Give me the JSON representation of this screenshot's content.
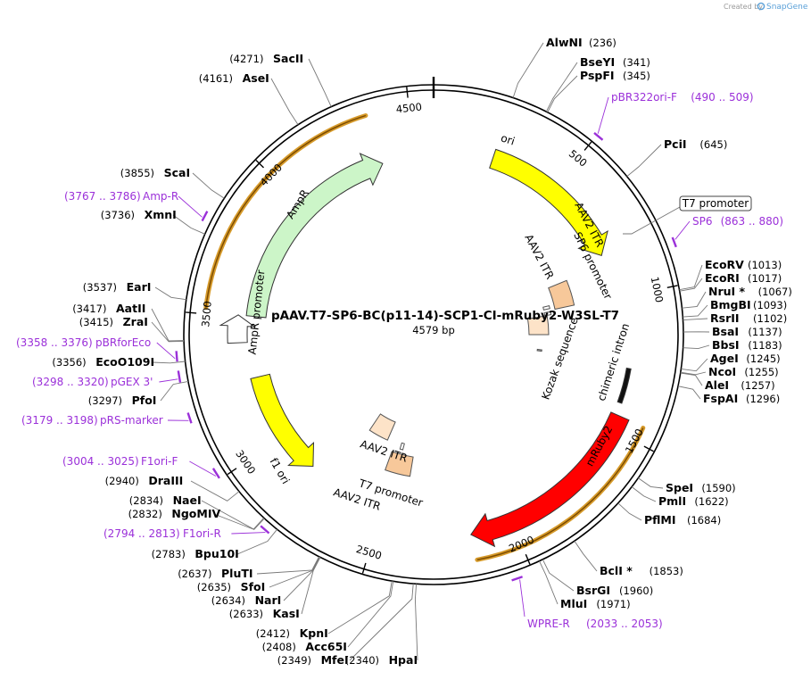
{
  "credit": {
    "text": "Created by",
    "brand": "SnapGene"
  },
  "plasmid": {
    "name": "pAAV.T7-SP6-BC(p11-14)-SCP1-CI-mRuby2-W3SL-T7",
    "size_label": "4579 bp",
    "length": 4579
  },
  "ruler_ticks": [
    "500",
    "1000",
    "1500",
    "2000",
    "2500",
    "3000",
    "3500",
    "4000",
    "4500"
  ],
  "features": [
    {
      "id": "ori",
      "label": "ori",
      "color": "#ffff00",
      "start": 236,
      "end": 824,
      "direction": "forward"
    },
    {
      "id": "aav2-itr-1",
      "label": "AAV2 ITR",
      "color": "#f7c89a",
      "start": 863,
      "end": 994,
      "direction": "none"
    },
    {
      "id": "t7-promoter-1",
      "label": "T7 promoter",
      "color": "#ffffff",
      "start": 966,
      "end": 984,
      "direction": "forward"
    },
    {
      "id": "sp6-promoter",
      "label": "SP6 promoter",
      "color": "#ffffff",
      "start": 1003,
      "end": 1022,
      "direction": "forward"
    },
    {
      "id": "aav2-itr-2",
      "label": "AAV2 ITR",
      "color": "#fde3c8",
      "start": 1024,
      "end": 1145,
      "direction": "none"
    },
    {
      "id": "kozak",
      "label": "Kozak sequence",
      "color": "#aaaaaa",
      "start": 1247,
      "end": 1256,
      "direction": "none"
    },
    {
      "id": "chimeric-intron",
      "label": "chimeric intron",
      "color": "#111111",
      "start": 1270,
      "end": 1400,
      "direction": "none"
    },
    {
      "id": "mruby2",
      "label": "mRuby2",
      "color": "#ff0000",
      "start": 1445,
      "end": 2155,
      "direction": "forward"
    },
    {
      "id": "aav2-itr-3",
      "label": "AAV2 ITR",
      "color": "#f7c89a",
      "start": 2410,
      "end": 2540,
      "direction": "none"
    },
    {
      "id": "t7-promoter-2",
      "label": "T7 promoter",
      "color": "#ffffff",
      "start": 2480,
      "end": 2498,
      "direction": "reverse"
    },
    {
      "id": "aav2-itr-4",
      "label": "AAV2 ITR",
      "color": "#fde3c8",
      "start": 2590,
      "end": 2720,
      "direction": "none"
    },
    {
      "id": "f1-ori",
      "label": "f1 ori",
      "color": "#ffff00",
      "start": 2830,
      "end": 3262,
      "direction": "reverse"
    },
    {
      "id": "ampr-promoter",
      "label": "AmpR promoter",
      "color": "#ffffff",
      "start": 3404,
      "end": 3508,
      "direction": "forward"
    },
    {
      "id": "ampr",
      "label": "AmpR",
      "color": "#ccf5c8",
      "start": 3508,
      "end": 4368,
      "direction": "forward"
    }
  ],
  "orfs": [
    {
      "id": "orf-mruby2",
      "start": 1450,
      "end": 2150,
      "direction": "forward"
    },
    {
      "id": "orf-ampr",
      "start": 3520,
      "end": 4360,
      "direction": "forward"
    }
  ],
  "enzymes": [
    {
      "name": "AlwNI",
      "pos": "(236)"
    },
    {
      "name": "BseYI",
      "pos": "(341)"
    },
    {
      "name": "PspFI",
      "pos": "(345)"
    },
    {
      "name": "PciI",
      "pos": "(645)"
    },
    {
      "name": "EcoRV",
      "pos": "(1013)"
    },
    {
      "name": "EcoRI",
      "pos": "(1017)"
    },
    {
      "name": "NruI *",
      "pos": "(1067)"
    },
    {
      "name": "BmgBI",
      "pos": "(1093)"
    },
    {
      "name": "RsrII",
      "pos": "(1102)"
    },
    {
      "name": "BsaI",
      "pos": "(1137)"
    },
    {
      "name": "BbsI",
      "pos": "(1183)"
    },
    {
      "name": "AgeI",
      "pos": "(1245)"
    },
    {
      "name": "NcoI",
      "pos": "(1255)"
    },
    {
      "name": "AleI",
      "pos": "(1257)"
    },
    {
      "name": "FspAI",
      "pos": "(1296)"
    },
    {
      "name": "SpeI",
      "pos": "(1590)"
    },
    {
      "name": "PmlI",
      "pos": "(1622)"
    },
    {
      "name": "PflMI",
      "pos": "(1684)"
    },
    {
      "name": "BclI *",
      "pos": "(1853)"
    },
    {
      "name": "BsrGI",
      "pos": "(1960)"
    },
    {
      "name": "MluI",
      "pos": "(1971)"
    },
    {
      "name": "HpaI",
      "pos": "(2340)"
    },
    {
      "name": "MfeI",
      "pos": "(2349)"
    },
    {
      "name": "Acc65I",
      "pos": "(2408)"
    },
    {
      "name": "KpnI",
      "pos": "(2412)"
    },
    {
      "name": "KasI",
      "pos": "(2633)"
    },
    {
      "name": "NarI",
      "pos": "(2634)"
    },
    {
      "name": "SfoI",
      "pos": "(2635)"
    },
    {
      "name": "PluTI",
      "pos": "(2637)"
    },
    {
      "name": "Bpu10I",
      "pos": "(2783)"
    },
    {
      "name": "NgoMIV",
      "pos": "(2832)"
    },
    {
      "name": "NaeI",
      "pos": "(2834)"
    },
    {
      "name": "DraIII",
      "pos": "(2940)"
    },
    {
      "name": "PfoI",
      "pos": "(3297)"
    },
    {
      "name": "EcoO109I",
      "pos": "(3356)"
    },
    {
      "name": "ZraI",
      "pos": "(3415)"
    },
    {
      "name": "AatII",
      "pos": "(3417)"
    },
    {
      "name": "EarI",
      "pos": "(3537)"
    },
    {
      "name": "XmnI",
      "pos": "(3736)"
    },
    {
      "name": "ScaI",
      "pos": "(3855)"
    },
    {
      "name": "AseI",
      "pos": "(4161)"
    },
    {
      "name": "SacII",
      "pos": "(4271)"
    }
  ],
  "primers": [
    {
      "name": "pBR322ori-F",
      "range": "(490 .. 509)",
      "start": 490,
      "end": 509
    },
    {
      "name": "SP6",
      "range": "(863 .. 880)",
      "start": 863,
      "end": 880
    },
    {
      "name": "WPRE-R",
      "range": "(2033 .. 2053)",
      "start": 2033,
      "end": 2053
    },
    {
      "name": "F1ori-R",
      "range": "(2794 .. 2813)",
      "start": 2794,
      "end": 2813
    },
    {
      "name": "F1ori-F",
      "range": "(3004 .. 3025)",
      "start": 3004,
      "end": 3025
    },
    {
      "name": "pRS-marker",
      "range": "(3179 .. 3198)",
      "start": 3179,
      "end": 3198
    },
    {
      "name": "pGEX 3'",
      "range": "(3298 .. 3320)",
      "start": 3298,
      "end": 3320
    },
    {
      "name": "pBRforEco",
      "range": "(3358 .. 3376)",
      "start": 3358,
      "end": 3376
    },
    {
      "name": "Amp-R",
      "range": "(3767 .. 3786)",
      "start": 3767,
      "end": 3786
    }
  ]
}
